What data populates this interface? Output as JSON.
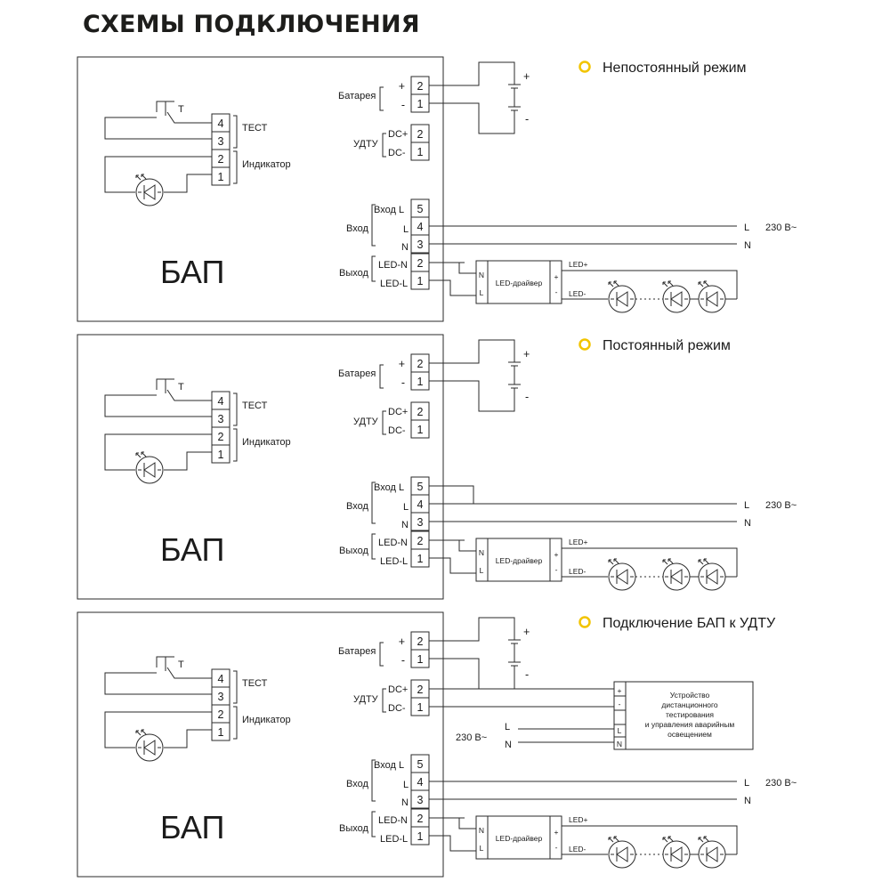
{
  "title": "СХЕМЫ ПОДКЛЮЧЕНИЯ",
  "colors": {
    "bullet": "#f2c400",
    "line": "#2a2a2a"
  },
  "common": {
    "bap": "БАП",
    "battery_label": "Батарея",
    "plus": "+",
    "minus": "-",
    "udtu_label": "УДТУ",
    "dc_plus": "DC+",
    "dc_minus": "DC-",
    "test_label": "ТЕСТ",
    "indicator_label": "Индикатор",
    "switch_label": "Т",
    "input_label": "Вход",
    "output_label": "Выход",
    "input_l": "Вход L",
    "l": "L",
    "n": "N",
    "led_n": "LED-N",
    "led_l": "LED-L",
    "driver": "LED-драйвер",
    "led_plus": "LED+",
    "led_minus": "LED-",
    "mains": "230 В~",
    "pin_1": "1",
    "pin_2": "2",
    "pin_3": "3",
    "pin_4": "4",
    "pin_5": "5"
  },
  "schemes": [
    {
      "id": "nonpermanent",
      "mode": "Непостоянный режим"
    },
    {
      "id": "permanent",
      "mode": "Постоянный режим"
    },
    {
      "id": "udtu",
      "mode": "Подключение БАП к УДТУ"
    }
  ],
  "udtu_device": {
    "lines": [
      "Устройство",
      "дистанционного",
      "тестирования",
      "и управления аварийным",
      "освещением"
    ]
  }
}
